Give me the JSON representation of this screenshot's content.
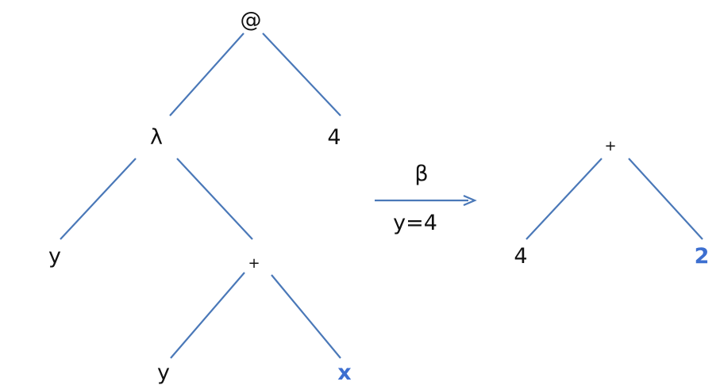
{
  "left_tree": {
    "root_label": "@",
    "lambda_label": "λ",
    "arg_label": "4",
    "param_label": "y",
    "plus_label": "+",
    "plus_left_label": "y",
    "plus_right_label": "x"
  },
  "reduction": {
    "rule_label": "β",
    "substitution_label": "y=4"
  },
  "right_tree": {
    "plus_label": "+",
    "left_label": "4",
    "right_label": "2"
  },
  "colors": {
    "edge": "#4a78b8",
    "highlight": "#3d6fd0",
    "text": "#111111"
  }
}
